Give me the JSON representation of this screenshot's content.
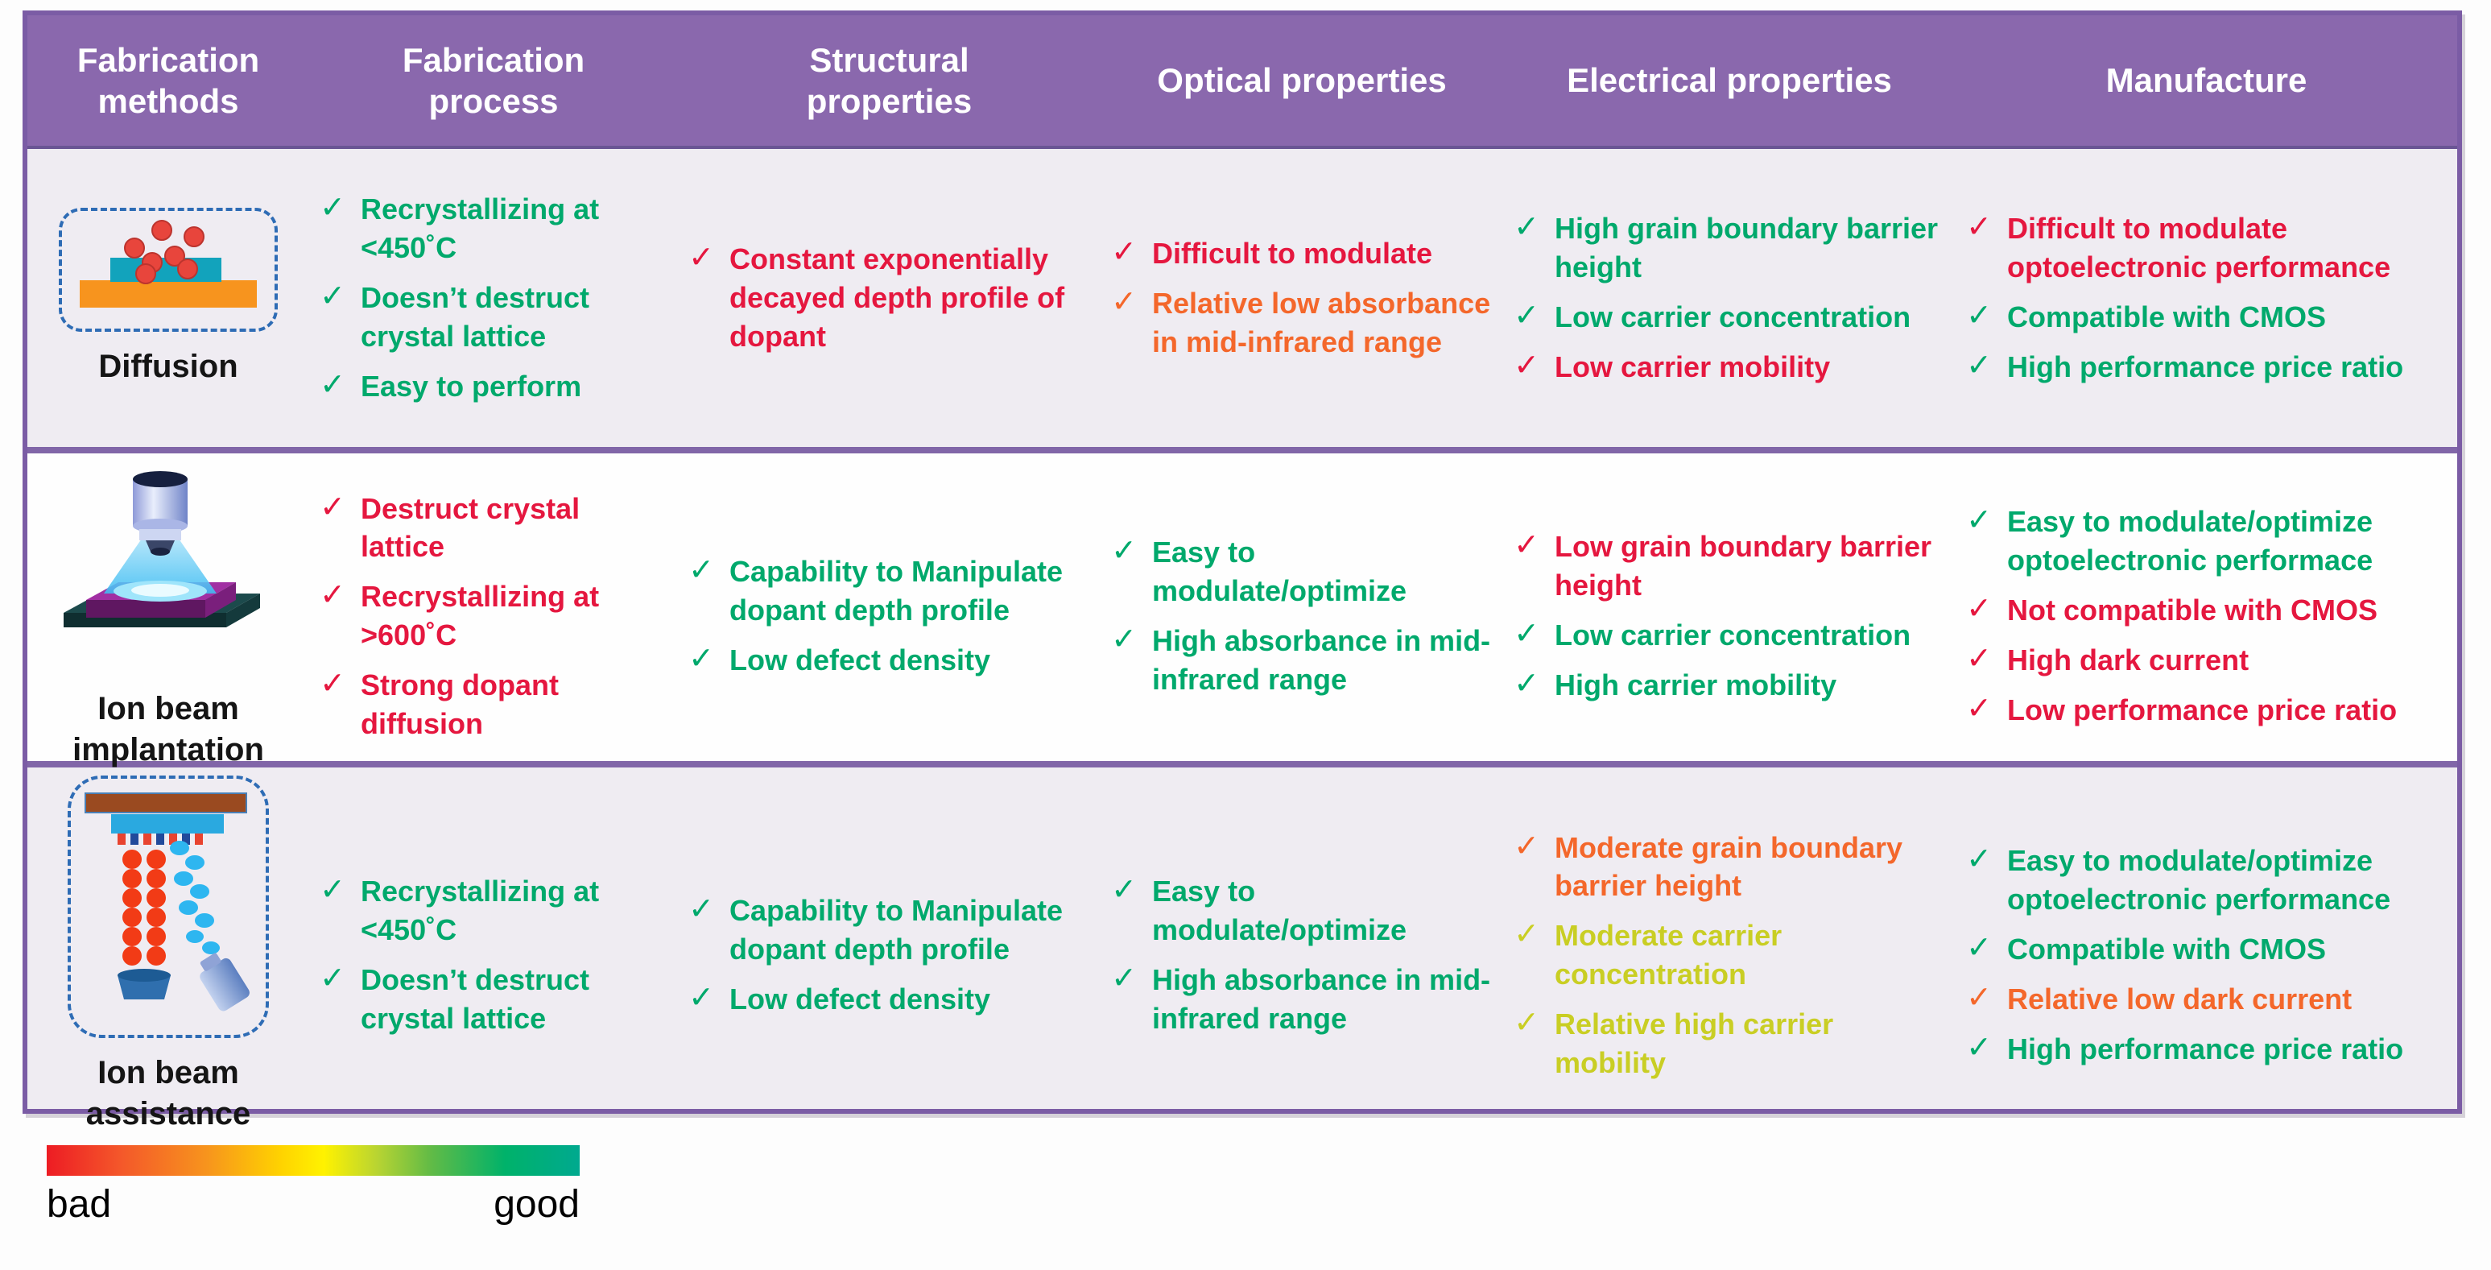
{
  "table": {
    "columns": [
      "Fabrication\nmethods",
      "Fabrication\nprocess",
      "Structural\nproperties",
      "Optical properties",
      "Electrical properties",
      "Manufacture"
    ],
    "rows": [
      {
        "method": "Diffusion",
        "icon": "diffusion-icon",
        "cells": {
          "fabrication_process": [
            {
              "text": "Recrystallizing at <450˚C",
              "rating": "good"
            },
            {
              "text": "Doesn’t destruct crystal lattice",
              "rating": "good"
            },
            {
              "text": "Easy to perform",
              "rating": "good"
            }
          ],
          "structural": [
            {
              "text": "Constant exponentially decayed depth profile of dopant",
              "rating": "bad"
            }
          ],
          "optical": [
            {
              "text": "Difficult to modulate",
              "rating": "bad"
            },
            {
              "text": "Relative low absorbance in mid-infrared range",
              "rating": "moderate"
            }
          ],
          "electrical": [
            {
              "text": "High grain boundary barrier height",
              "rating": "good"
            },
            {
              "text": "Low carrier concentration",
              "rating": "good"
            },
            {
              "text": "Low carrier mobility",
              "rating": "bad"
            }
          ],
          "manufacture": [
            {
              "text": "Difficult to modulate optoelectronic performance",
              "rating": "bad"
            },
            {
              "text": "Compatible with CMOS",
              "rating": "good"
            },
            {
              "text": "High performance price ratio",
              "rating": "good"
            }
          ]
        }
      },
      {
        "method": "Ion beam implantation",
        "icon": "ion-beam-implantation-icon",
        "cells": {
          "fabrication_process": [
            {
              "text": "Destruct crystal lattice",
              "rating": "bad"
            },
            {
              "text": "Recrystallizing at >600˚C",
              "rating": "bad"
            },
            {
              "text": "Strong dopant diffusion",
              "rating": "bad"
            }
          ],
          "structural": [
            {
              "text": "Capability to Manipulate dopant depth profile",
              "rating": "good"
            },
            {
              "text": "Low defect density",
              "rating": "good"
            }
          ],
          "optical": [
            {
              "text": "Easy to modulate/optimize",
              "rating": "good"
            },
            {
              "text": "High absorbance in mid-infrared range",
              "rating": "good"
            }
          ],
          "electrical": [
            {
              "text": "Low grain boundary barrier height",
              "rating": "bad"
            },
            {
              "text": "Low carrier concentration",
              "rating": "good"
            },
            {
              "text": "High carrier mobility",
              "rating": "good"
            }
          ],
          "manufacture": [
            {
              "text": "Easy to modulate/optimize optoelectronic performace",
              "rating": "good"
            },
            {
              "text": "Not compatible with CMOS",
              "rating": "bad"
            },
            {
              "text": "High dark current",
              "rating": "bad"
            },
            {
              "text": "Low performance price ratio",
              "rating": "bad"
            }
          ]
        }
      },
      {
        "method": "Ion beam assistance",
        "icon": "ion-beam-assistance-icon",
        "cells": {
          "fabrication_process": [
            {
              "text": "Recrystallizing at <450˚C",
              "rating": "good"
            },
            {
              "text": "Doesn’t destruct crystal lattice",
              "rating": "good"
            }
          ],
          "structural": [
            {
              "text": "Capability to Manipulate dopant depth profile",
              "rating": "good"
            },
            {
              "text": "Low defect density",
              "rating": "good"
            }
          ],
          "optical": [
            {
              "text": "Easy to modulate/optimize",
              "rating": "good"
            },
            {
              "text": "High absorbance in mid-infrared range",
              "rating": "good"
            }
          ],
          "electrical": [
            {
              "text": "Moderate grain boundary barrier height",
              "rating": "moderate"
            },
            {
              "text": "Moderate carrier concentration",
              "rating": "fair"
            },
            {
              "text": "Relative high carrier mobility",
              "rating": "fair"
            }
          ],
          "manufacture": [
            {
              "text": "Easy to modulate/optimize optoelectronic performance",
              "rating": "good"
            },
            {
              "text": "Compatible with CMOS",
              "rating": "good"
            },
            {
              "text": "Relative low dark current",
              "rating": "moderate"
            },
            {
              "text": "High performance price ratio",
              "rating": "good"
            }
          ]
        }
      }
    ]
  },
  "check_glyph": "✓",
  "rating_colors": {
    "good": "#00a96c",
    "bad": "#e5173f",
    "moderate": "#f4672b",
    "fair": "#c9ce24"
  },
  "theme_colors": {
    "header_bg": "#8a68ad",
    "table_border": "#7b5ca5",
    "row_alt_bg": "#efecf2",
    "row_bg": "#fefefe"
  },
  "legend": {
    "bad_label": "bad",
    "good_label": "good",
    "gradient": [
      "#ed1c24 0%",
      "#f4582a 14%",
      "#f7941d 30%",
      "#ffd300 44%",
      "#fff200 52%",
      "#b8d432 62%",
      "#62bb46 72%",
      "#00b26a 86%",
      "#00a98f 100%"
    ]
  }
}
